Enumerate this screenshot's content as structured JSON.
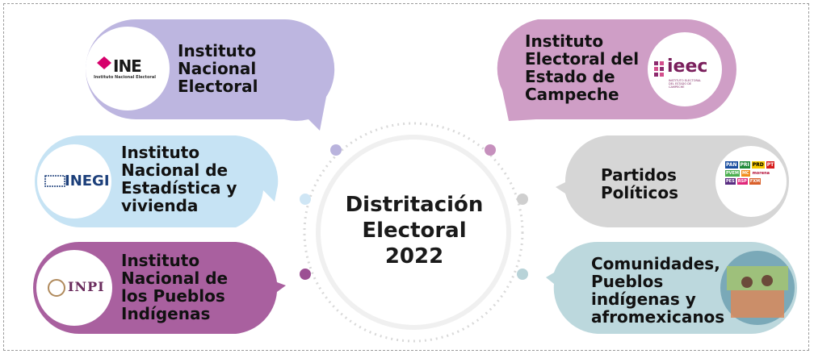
{
  "center": {
    "lines": [
      "Distritación",
      "Electoral",
      "2022"
    ]
  },
  "bubbles": {
    "ine": {
      "lines": [
        "Instituto",
        "Nacional",
        "Electoral"
      ],
      "logo_text": "INE",
      "logo_sub": "Instituto Nacional Electoral",
      "color": "#bdb6e0"
    },
    "inegi": {
      "lines": [
        "Instituto",
        "Nacional de",
        "Estadística y",
        "vivienda"
      ],
      "logo_text": "INEGI",
      "color": "#c6e3f4"
    },
    "inpi": {
      "lines": [
        "Instituto",
        "Nacional de",
        "los Pueblos",
        "Indígenas"
      ],
      "logo_text": "INPI",
      "color": "#a9609f"
    },
    "ieec": {
      "lines": [
        "Instituto",
        "Electoral del",
        "Estado de",
        "Campeche"
      ],
      "logo_text": "ieec",
      "logo_sub": "INSTITUTO ELECTORAL DEL ESTADO DE CAMPECHE",
      "color": "#cf9ec6"
    },
    "partidos": {
      "lines": [
        "Partidos",
        "Políticos"
      ],
      "logo_items": [
        "PAN",
        "PRI",
        "PRD",
        "PT",
        "PVEM",
        "MC",
        "morena",
        "PES",
        "RSP",
        "FXM"
      ],
      "color": "#d6d6d6"
    },
    "comunidades": {
      "lines": [
        "Comunidades,",
        "Pueblos",
        "indígenas y",
        "afromexicanos"
      ],
      "color": "#bcd8dd"
    }
  },
  "dots": [
    {
      "name": "dot-ine",
      "color": "#b9b3dd"
    },
    {
      "name": "dot-inegi",
      "color": "#cfe6f5"
    },
    {
      "name": "dot-inpi",
      "color": "#9c4f93"
    },
    {
      "name": "dot-ieec",
      "color": "#c690bd"
    },
    {
      "name": "dot-partidos",
      "color": "#cfcfcf"
    },
    {
      "name": "dot-comunidades",
      "color": "#b8d3d8"
    }
  ]
}
